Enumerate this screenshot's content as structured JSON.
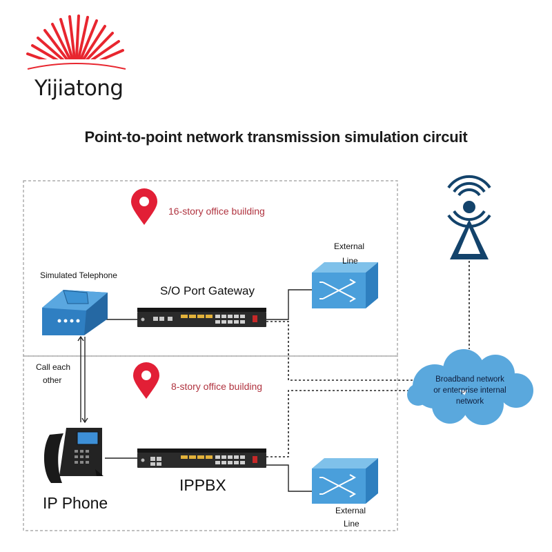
{
  "brand": {
    "name": "Yijiatong"
  },
  "title": "Point-to-point network transmission simulation circuit",
  "zones": {
    "upper": "16-story office building",
    "lower": "8-story office building"
  },
  "devices": {
    "simulated_phone": "Simulated Telephone",
    "gateway": "S/O Port Gateway",
    "ippbx": "IPPBX",
    "ip_phone": "IP Phone",
    "external_line_top_1": "External",
    "external_line_top_2": "Line",
    "external_line_bottom_1": "External",
    "external_line_bottom_2": "Line",
    "cloud_1": "Broadband network",
    "cloud_2": "or enterprise internal",
    "cloud_3": "network"
  },
  "annotations": {
    "call_1": "Call each",
    "call_2": "other"
  },
  "colors": {
    "brand_red": "#e8262f",
    "building_text": "#b0333f",
    "pin_red": "#e21f36",
    "device_blue": "#3b8fd0",
    "cloud_blue": "#5aa8dd",
    "tower_navy": "#13436b"
  }
}
